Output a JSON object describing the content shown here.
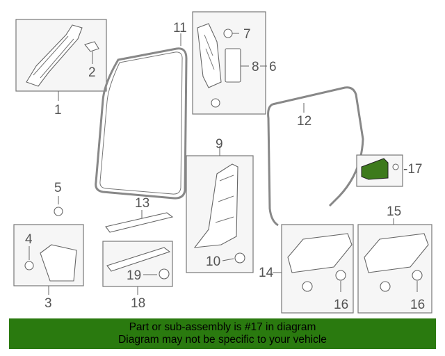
{
  "callouts": {
    "c1": "1",
    "c2": "2",
    "c3": "3",
    "c4": "4",
    "c5": "5",
    "c6": "6",
    "c7": "7",
    "c8": "8",
    "c9": "9",
    "c10": "10",
    "c11": "11",
    "c12": "12",
    "c13": "13",
    "c14": "14",
    "c15": "15",
    "c16a": "16",
    "c16b": "16",
    "c17": "-17",
    "c18": "18",
    "c19": "19"
  },
  "highlight": {
    "part": "17",
    "color": "#3d7a1c"
  },
  "banner": {
    "line1": "Part or sub-assembly is #17 in diagram",
    "line2": "Diagram may not be specific to your vehicle",
    "color": "#2a7a0f"
  }
}
